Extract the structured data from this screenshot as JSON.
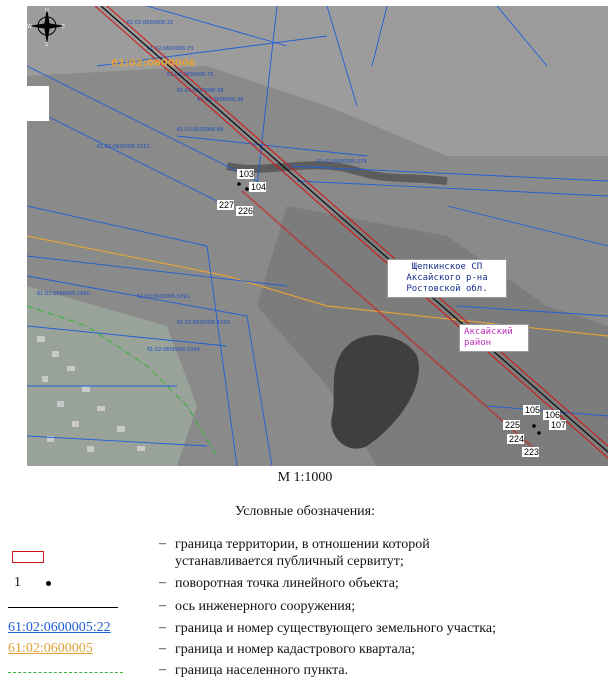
{
  "map": {
    "quarter_label": "61:02:0600006",
    "parcel_labels": [
      "61:02:0600006:32",
      "61:02:0600006:73",
      "61:02:0600006:75",
      "61:02:0600006:38",
      "61:02:0600006:36",
      "61:02:0600006:88",
      "61:02:0600006:2251",
      "61:02:0600006:279",
      "61:02:0600006:1090",
      "61:02:0600006:1091",
      "61:02:0600006:1093",
      "61:02:0600006:1094"
    ],
    "points": {
      "p103": "103",
      "p104": "104",
      "p227": "227",
      "p226": "226",
      "p105": "105",
      "p106": "106",
      "p107": "107",
      "p225": "225",
      "p224": "224",
      "p223": "223"
    },
    "callout_sp": [
      "Щепкинское СП",
      "Аксайского р-на",
      "Ростовской обл."
    ],
    "callout_district": [
      "Аксайский",
      "район"
    ],
    "compass": {
      "n": "N",
      "s": "S",
      "w": "W",
      "e": "E"
    }
  },
  "scale": "М 1:1000",
  "legend": {
    "title": "Условные обозначения:",
    "items": [
      {
        "desc": "граница территории, в отношении которой устанавливается публичный сервитут;"
      },
      {
        "symbol_text": "1",
        "desc": "поворотная точка линейного объекта;"
      },
      {
        "desc": "ось инженерного сооружения;"
      },
      {
        "symbol_text": "61:02:0600005:22",
        "desc": "граница и номер существующего земельного участка;"
      },
      {
        "symbol_text": "61:02:0600005",
        "desc": "граница и номер кадастрового квартала;"
      },
      {
        "desc": "граница населенного пункта."
      }
    ]
  },
  "colors": {
    "servitude_border": "#d01818",
    "parcel_blue": "#1f5fd6",
    "quarter_orange": "#e2a13b",
    "settlement_green": "#3cb043",
    "district_magenta": "#c02fbf"
  }
}
